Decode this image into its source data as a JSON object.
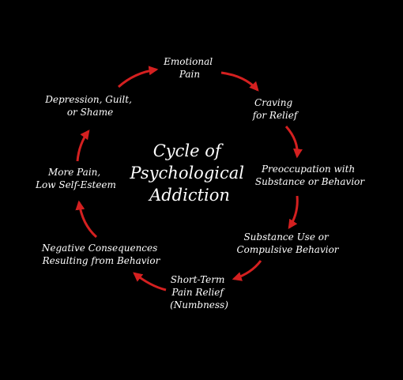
{
  "diagram": {
    "title": [
      "Cycle of",
      "Psychological",
      "Addiction"
    ],
    "stages": [
      {
        "lines": [
          "Emotional",
          "Pain"
        ]
      },
      {
        "lines": [
          "Craving",
          "for Relief"
        ]
      },
      {
        "lines": [
          "Preoccupation with",
          "Substance or Behavior"
        ]
      },
      {
        "lines": [
          "Substance Use or",
          "Compulsive Behavior"
        ]
      },
      {
        "lines": [
          "Short-Term",
          "Pain Relief",
          "(Numbness)"
        ]
      },
      {
        "lines": [
          "Negative Consequences",
          "Resulting from Behavior"
        ]
      },
      {
        "lines": [
          "More Pain,",
          "Low Self-Esteem"
        ]
      },
      {
        "lines": [
          "Depression, Guilt,",
          "or Shame"
        ]
      }
    ],
    "colors": {
      "background": "#000000",
      "arrow": "#d42020",
      "text": "#ffffff"
    }
  }
}
